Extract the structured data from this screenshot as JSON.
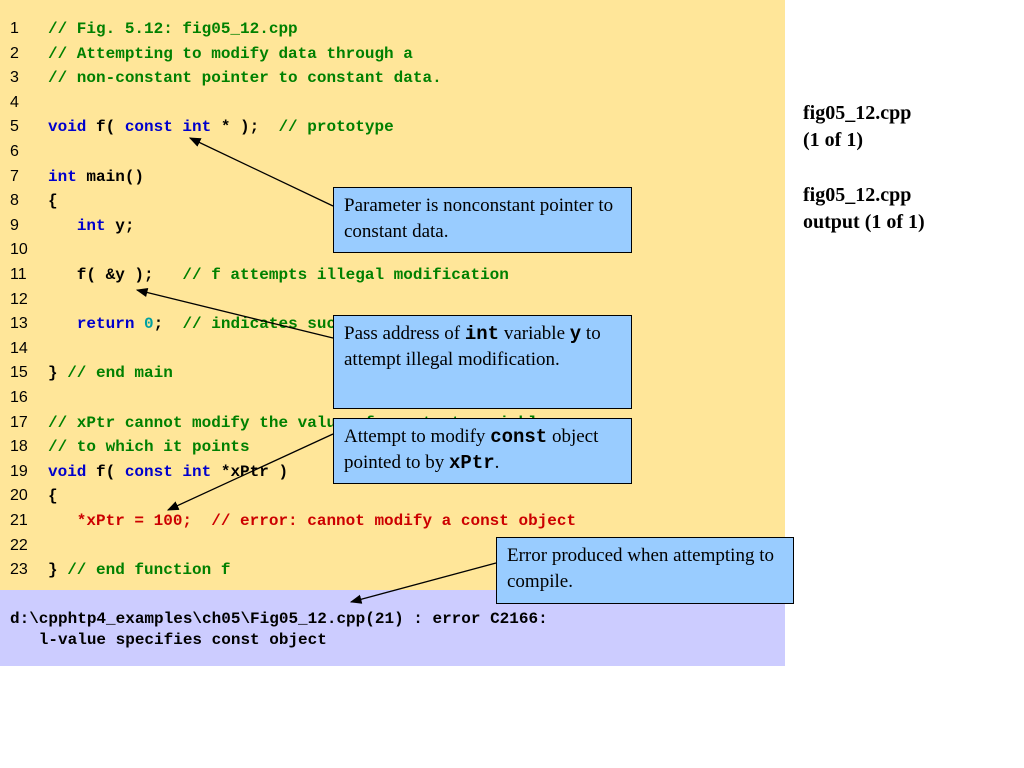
{
  "code_lines": [
    {
      "no": "1",
      "tokens": [
        {
          "t": "// Fig. 5.12: fig05_12.cpp",
          "c": "comment"
        }
      ]
    },
    {
      "no": "2",
      "tokens": [
        {
          "t": "// Attempting to modify data through a",
          "c": "comment"
        }
      ]
    },
    {
      "no": "3",
      "tokens": [
        {
          "t": "// non-constant pointer to constant data.",
          "c": "comment"
        }
      ]
    },
    {
      "no": "4",
      "tokens": []
    },
    {
      "no": "5",
      "tokens": [
        {
          "t": "void",
          "c": "keyword"
        },
        {
          "t": " f( ",
          "c": "normal"
        },
        {
          "t": "const int",
          "c": "keyword"
        },
        {
          "t": " * );  ",
          "c": "normal"
        },
        {
          "t": "// prototype",
          "c": "comment"
        }
      ]
    },
    {
      "no": "6",
      "tokens": []
    },
    {
      "no": "7",
      "tokens": [
        {
          "t": "int",
          "c": "keyword"
        },
        {
          "t": " main()",
          "c": "normal"
        }
      ]
    },
    {
      "no": "8",
      "tokens": [
        {
          "t": "{",
          "c": "normal"
        }
      ]
    },
    {
      "no": "9",
      "tokens": [
        {
          "t": "   ",
          "c": "normal"
        },
        {
          "t": "int",
          "c": "keyword"
        },
        {
          "t": " y;",
          "c": "normal"
        }
      ]
    },
    {
      "no": "10",
      "tokens": []
    },
    {
      "no": "11",
      "tokens": [
        {
          "t": "   f( &y );   ",
          "c": "normal"
        },
        {
          "t": "// f attempts illegal modification",
          "c": "comment"
        }
      ]
    },
    {
      "no": "12",
      "tokens": []
    },
    {
      "no": "13",
      "tokens": [
        {
          "t": "   ",
          "c": "normal"
        },
        {
          "t": "return",
          "c": "keyword"
        },
        {
          "t": " ",
          "c": "normal"
        },
        {
          "t": "0",
          "c": "number"
        },
        {
          "t": ";  ",
          "c": "normal"
        },
        {
          "t": "// indicates successful termination",
          "c": "comment"
        }
      ]
    },
    {
      "no": "14",
      "tokens": []
    },
    {
      "no": "15",
      "tokens": [
        {
          "t": "} ",
          "c": "normal"
        },
        {
          "t": "// end main",
          "c": "comment"
        }
      ]
    },
    {
      "no": "16",
      "tokens": []
    },
    {
      "no": "17",
      "tokens": [
        {
          "t": "// xPtr cannot modify the value of constant variable",
          "c": "comment"
        }
      ]
    },
    {
      "no": "18",
      "tokens": [
        {
          "t": "// to which it points",
          "c": "comment"
        }
      ]
    },
    {
      "no": "19",
      "tokens": [
        {
          "t": "void",
          "c": "keyword"
        },
        {
          "t": " f( ",
          "c": "normal"
        },
        {
          "t": "const int",
          "c": "keyword"
        },
        {
          "t": " *xPtr )",
          "c": "normal"
        }
      ]
    },
    {
      "no": "20",
      "tokens": [
        {
          "t": "{",
          "c": "normal"
        }
      ]
    },
    {
      "no": "21",
      "tokens": [
        {
          "t": "   *xPtr = 100;  // error: cannot modify a const object",
          "c": "error"
        }
      ]
    },
    {
      "no": "22",
      "tokens": []
    },
    {
      "no": "23",
      "tokens": [
        {
          "t": "} ",
          "c": "normal"
        },
        {
          "t": "// end function f",
          "c": "comment"
        }
      ]
    }
  ],
  "output_lines": [
    "d:\\cpphtp4_examples\\ch05\\Fig05_12.cpp(21) : error C2166:",
    "   l-value specifies const object"
  ],
  "callouts": [
    {
      "id": "param",
      "parts": [
        {
          "t": "Parameter is nonconstant pointer to constant data.",
          "mono": false
        }
      ]
    },
    {
      "id": "pass",
      "parts": [
        {
          "t": "Pass address of ",
          "mono": false
        },
        {
          "t": "int",
          "mono": true
        },
        {
          "t": " variable ",
          "mono": false
        },
        {
          "t": "y",
          "mono": true
        },
        {
          "t": " to attempt illegal modification.",
          "mono": false
        }
      ]
    },
    {
      "id": "attempt",
      "parts": [
        {
          "t": "Attempt to modify ",
          "mono": false
        },
        {
          "t": "const",
          "mono": true
        },
        {
          "t": " object pointed to by ",
          "mono": false
        },
        {
          "t": "xPtr",
          "mono": true
        },
        {
          "t": ".",
          "mono": false
        }
      ]
    },
    {
      "id": "error",
      "parts": [
        {
          "t": "Error produced when attempting to compile.",
          "mono": false
        }
      ]
    }
  ],
  "side_labels": {
    "file_1": "fig05_12.cpp",
    "part_1": "(1 of 1)",
    "file_2": "fig05_12.cpp",
    "part_2": "output (1 of 1)"
  },
  "colors": {
    "code_background": "#FFE699",
    "output_background": "#CCCCFF",
    "callout_background": "#99CCFF",
    "comment": "#008000",
    "keyword": "#0000CC",
    "number": "#00A0A0",
    "error": "#CC0000"
  }
}
